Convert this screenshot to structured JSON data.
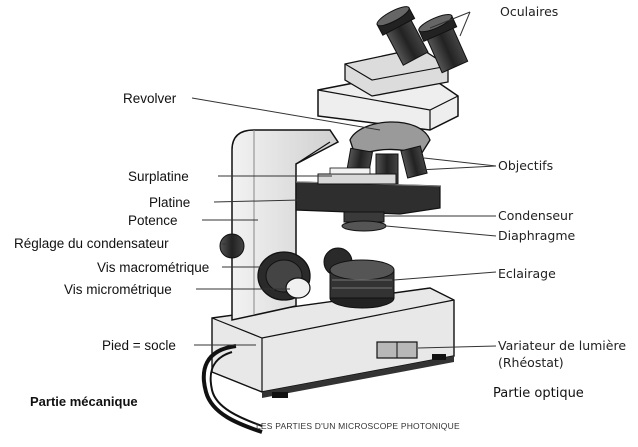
{
  "labels_left": {
    "revolver": "Revolver",
    "surplatine": "Surplatine",
    "platine": "Platine",
    "potence": "Potence",
    "reglage_condensateur": "Réglage du condensateur",
    "vis_macro": "Vis macrométrique",
    "vis_micro": "Vis micrométrique",
    "pied": "Pied = socle"
  },
  "labels_right": {
    "oculaires": "Oculaires",
    "objectifs": "Objectifs",
    "condenseur": "Condenseur",
    "diaphragme": "Diaphragme",
    "eclairage": "Eclairage",
    "variateur_line1": "Variateur de lumière",
    "variateur_line2": "(Rhéostat)"
  },
  "sections": {
    "mecanique": "Partie mécanique",
    "optique": "Partie optique"
  },
  "caption": "LES PARTIES D'UN MICROSCOPE PHOTONIQUE"
}
